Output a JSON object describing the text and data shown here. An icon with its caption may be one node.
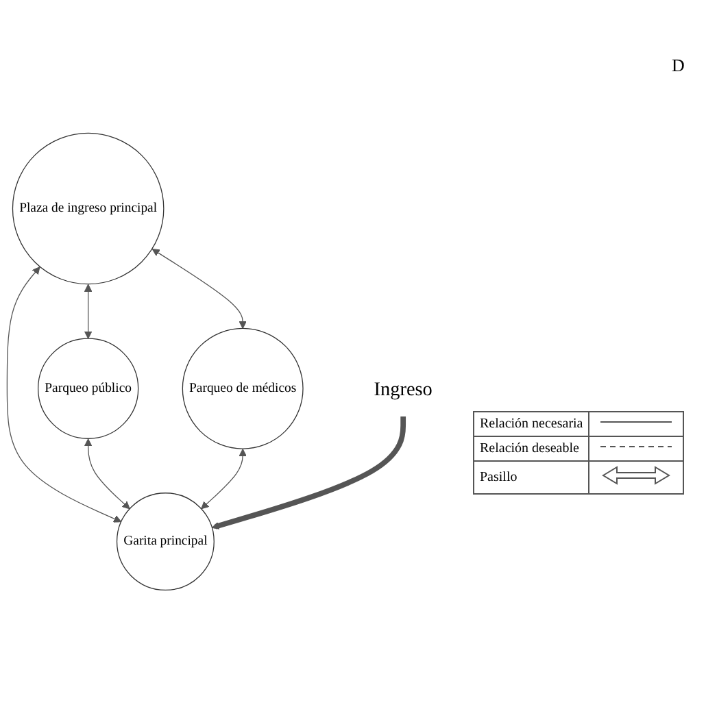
{
  "diagram": {
    "nodes": [
      {
        "text": [
          "Plaza de ingreso principal"
        ]
      },
      {
        "text": [
          "Parqueo público"
        ]
      },
      {
        "text": [
          "Parqueo de médicos"
        ]
      },
      {
        "text": [
          "Garita principal"
        ]
      },
      {
        "text": [
          "Ingreso"
        ]
      }
    ],
    "edges": [
      {
        "from": 0,
        "to": 1,
        "arrow": "both"
      },
      {
        "from": 0,
        "to": 3,
        "arrow": "both"
      },
      {
        "from": 0,
        "to": 2,
        "arrow": "both"
      },
      {
        "from": 1,
        "to": 3,
        "arrow": "both"
      },
      {
        "from": 2,
        "to": 3,
        "arrow": "both"
      },
      {
        "from": 4,
        "to": 3,
        "arrow": "to",
        "style": "thick"
      }
    ],
    "labels": [
      "D"
    ],
    "legend": [
      {
        "text": "Relación necesaria"
      },
      {
        "text": "Relación deseable"
      },
      {
        "text": "Pasillo"
      }
    ]
  }
}
